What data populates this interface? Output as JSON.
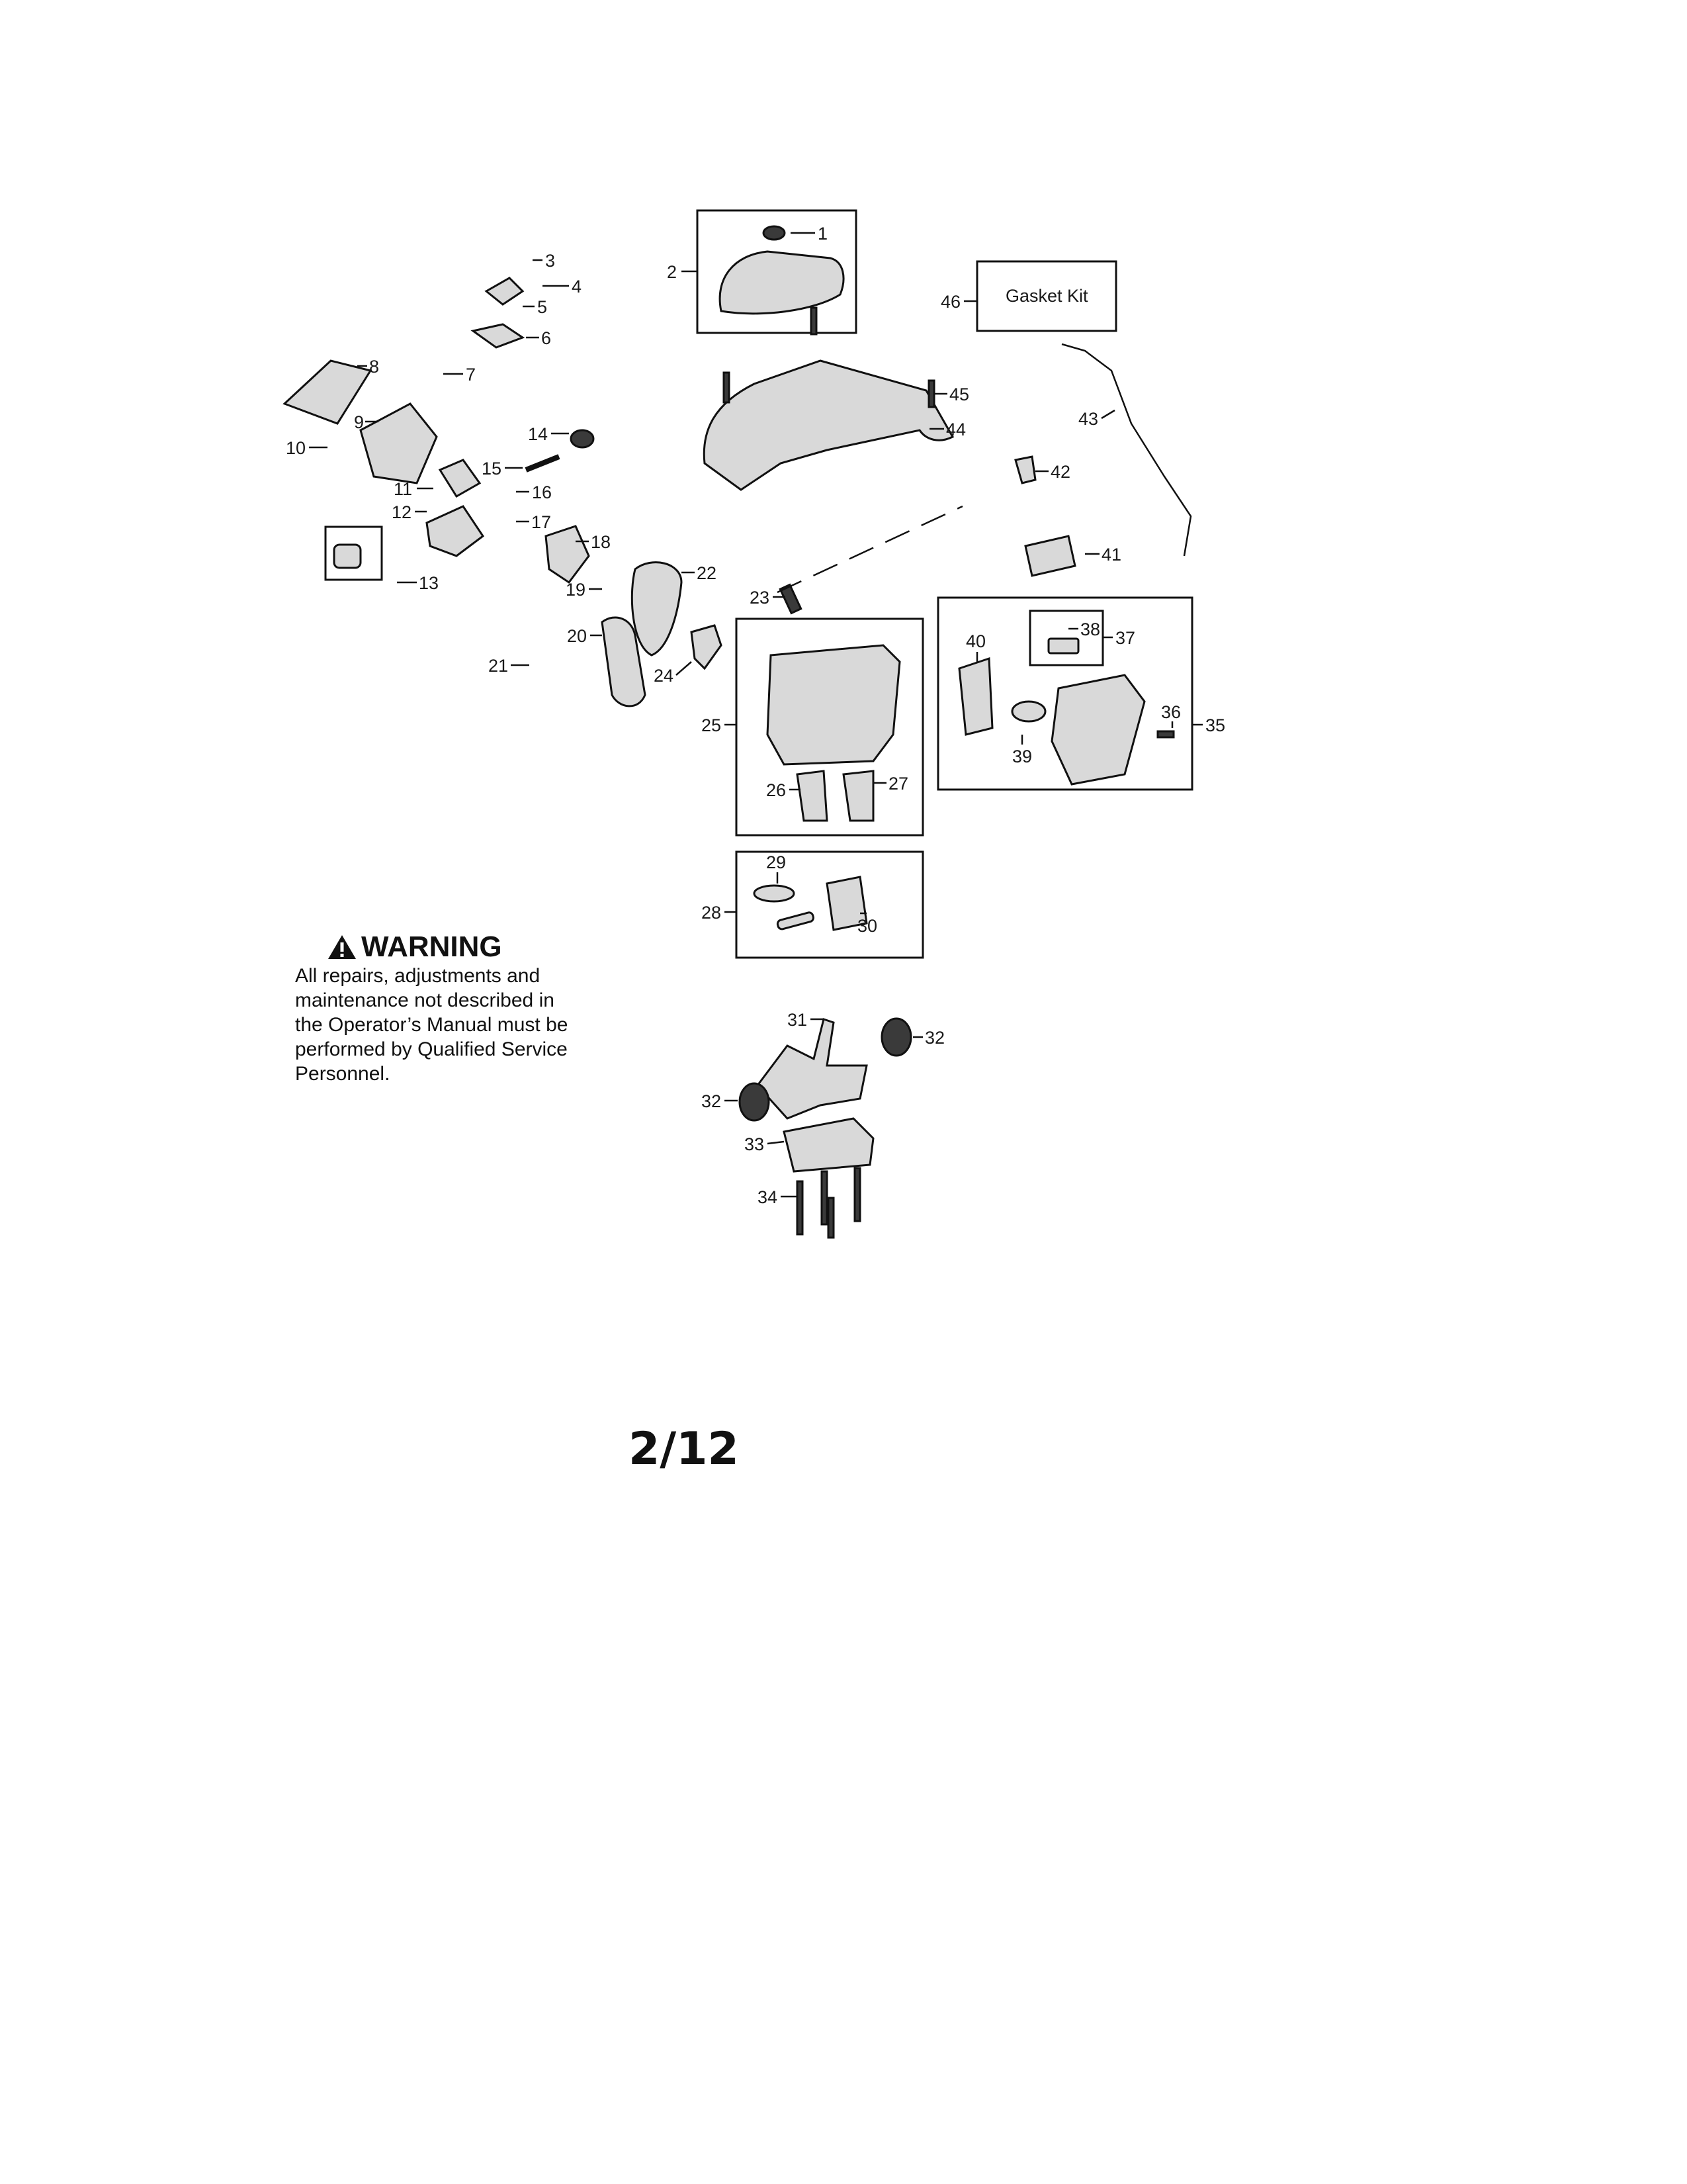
{
  "diagram": {
    "callouts": [
      "1",
      "2",
      "3",
      "4",
      "5",
      "6",
      "7",
      "8",
      "9",
      "10",
      "11",
      "12",
      "13",
      "14",
      "15",
      "16",
      "17",
      "18",
      "19",
      "20",
      "21",
      "22",
      "23",
      "24",
      "25",
      "26",
      "27",
      "28",
      "29",
      "30",
      "31",
      "32",
      "32",
      "33",
      "34",
      "35",
      "36",
      "37",
      "38",
      "39",
      "40",
      "41",
      "42",
      "43",
      "44",
      "45",
      "46"
    ],
    "kit_label": "Gasket Kit"
  },
  "warning": {
    "icon": "warning-triangle-icon",
    "title": "WARNING",
    "text": "All repairs, adjustments and\nmaintenance not described in\nthe Operator’s Manual must be\nperformed by Qualified Service\nPersonnel."
  },
  "page_number": "2/12"
}
